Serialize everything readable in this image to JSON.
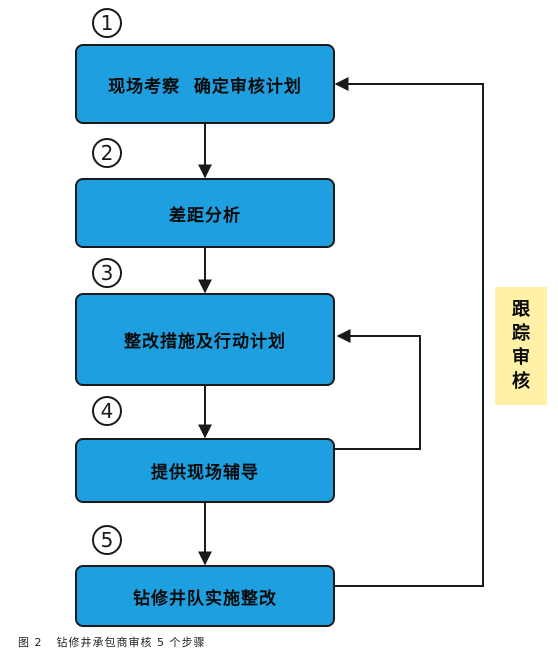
{
  "steps": [
    {
      "num": "1",
      "label": "现场考察  确定审核计划"
    },
    {
      "num": "2",
      "label": "差距分析"
    },
    {
      "num": "3",
      "label": "整改措施及行动计划"
    },
    {
      "num": "4",
      "label": "提供现场辅导"
    },
    {
      "num": "5",
      "label": "钻修井队实施整改"
    }
  ],
  "side_label": [
    "跟",
    "踪",
    "审",
    "核"
  ],
  "caption": {
    "figure_no": "图 2",
    "text": "钻修井承包商审核 5 个步骤"
  },
  "colors": {
    "box_fill": "#1ea0e0",
    "side_fill": "#fff2a6",
    "line": "#1a1a1a"
  }
}
